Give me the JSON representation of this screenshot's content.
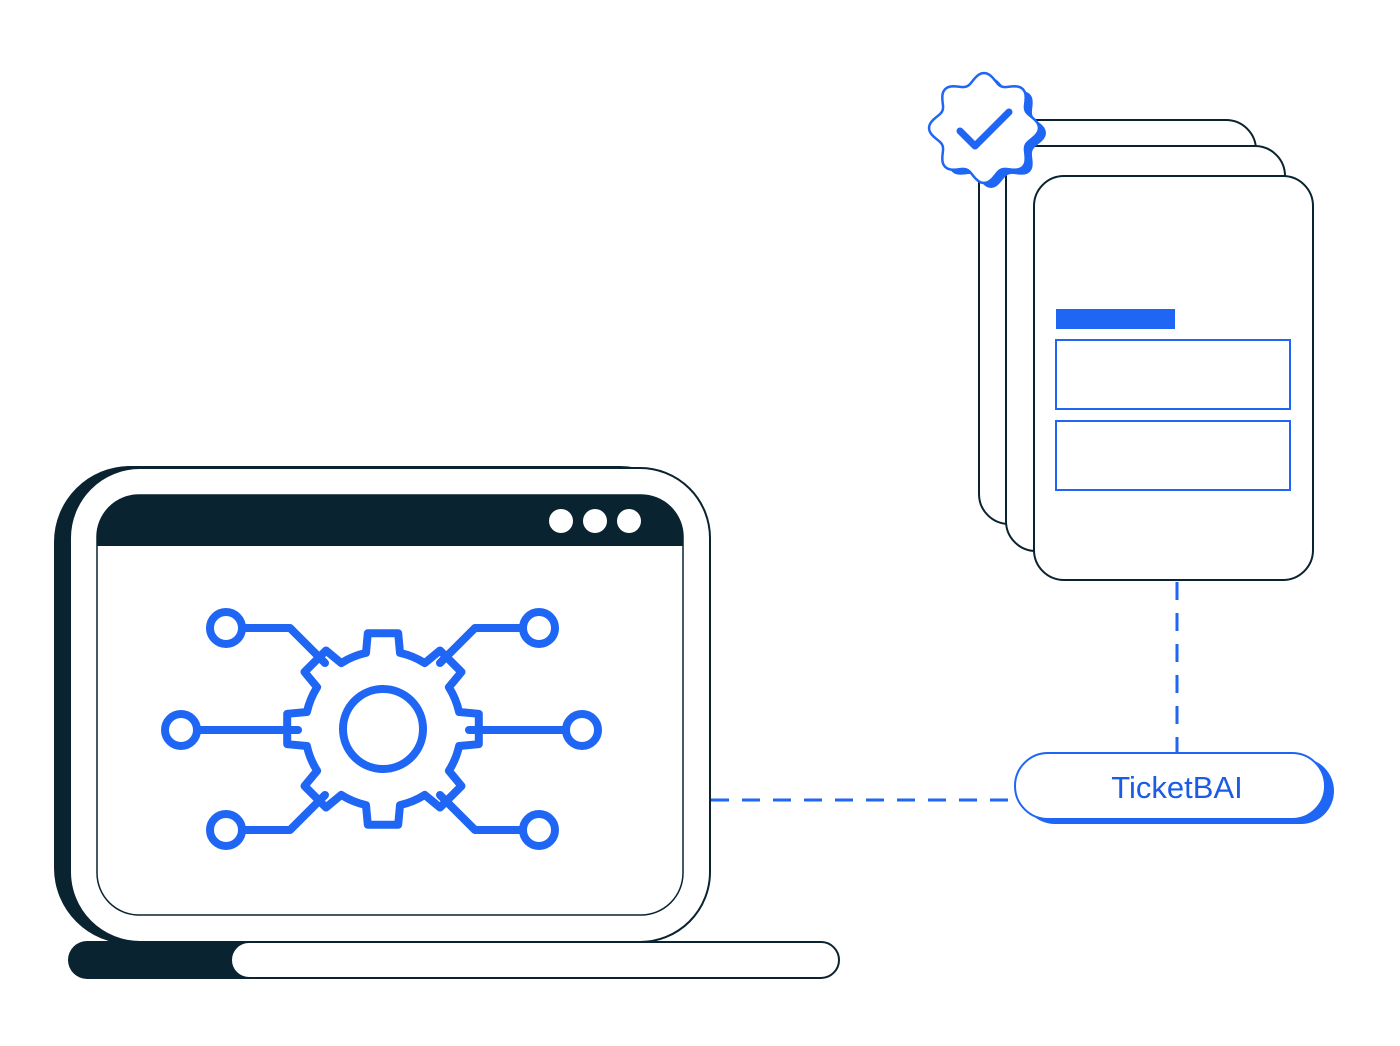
{
  "colors": {
    "dark": "#0a2330",
    "accent": "#1f66f5",
    "accent_text": "#1a5ce6",
    "background": "#ffffff"
  },
  "laptop": {
    "window_dots": 3,
    "screen_icon": "gear-circuit-icon"
  },
  "connector": {
    "label": "TicketBAI"
  },
  "documents": {
    "count": 3,
    "badge_icon": "verified-check-badge-icon"
  }
}
